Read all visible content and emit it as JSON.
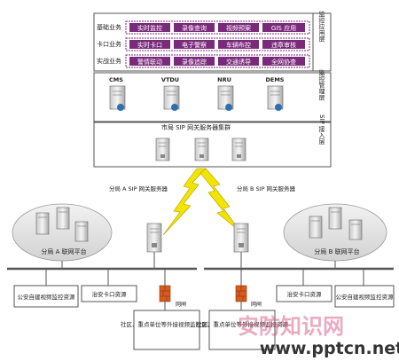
{
  "app_layer": {
    "label": "监控应用层",
    "rows": [
      {
        "name": "基础业务",
        "items": [
          "实时监控",
          "录像查询",
          "视频预案",
          "GIS 应用"
        ]
      },
      {
        "name": "卡口业务",
        "items": [
          "实时卡口",
          "电子警察",
          "车辆布控",
          "违章审核"
        ]
      },
      {
        "name": "实战业务",
        "items": [
          "警情联动",
          "录像追踪",
          "交通诱导",
          "全网协查"
        ]
      }
    ]
  },
  "mgmt_layer": {
    "label": "监控管理层",
    "servers": [
      "CMS",
      "VTDU",
      "NRU",
      "DEMS"
    ]
  },
  "sip_layer": {
    "label": "SIP 接入层",
    "title": "市局 SIP 网关服务器集群"
  },
  "branch_a": {
    "server_label": "分局 A SIP 网关服务器",
    "platform": "分局 A 联网平台"
  },
  "branch_b": {
    "server_label": "分局 B SIP 网关服务器",
    "platform": "分局 B 联网平台"
  },
  "bottom": {
    "left_box1": "公安自建视频监控资源",
    "left_box2": "治安卡口资源",
    "gate_a": "网闸",
    "community_a": "社区、重点单位等外接视频监控资源",
    "gate_b": "网闸",
    "community_b": "社区、重点单位等外接视频监控资源",
    "right_box1": "治安卡口资源",
    "right_box2": "公安自建视频监控资源"
  },
  "watermark": {
    "cn": "安防知识网",
    "url": "www.pptcn.net"
  },
  "colors": {
    "app_item_bg": "#7a2a7a",
    "border": "#555555",
    "lightning": "#f2e300",
    "backbone": "#555555",
    "firewall": "#d85a1e",
    "cloud": "#e6e6e6",
    "watermark": "#d14a7a"
  }
}
